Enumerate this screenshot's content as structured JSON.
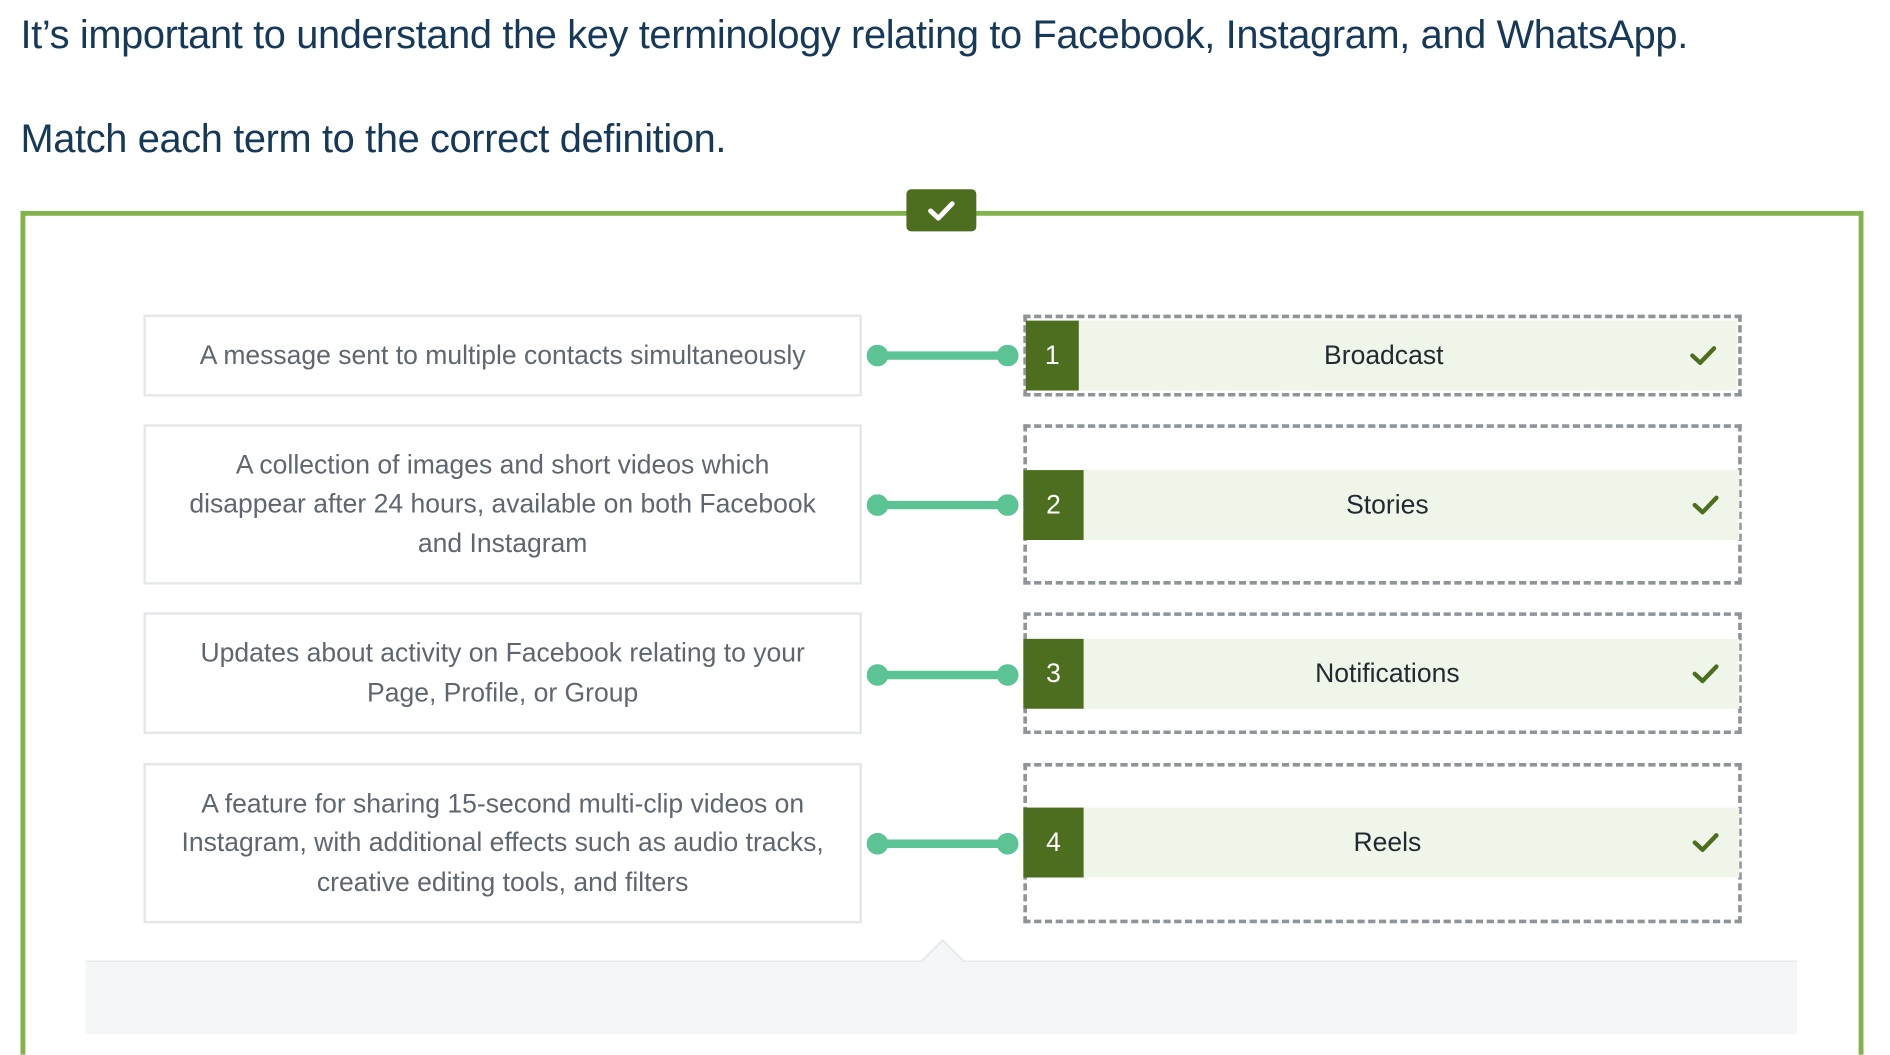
{
  "intro": {
    "line1": "It’s important to understand the key terminology relating to Facebook, Instagram, and WhatsApp.",
    "line2": "Match each term to the correct definition."
  },
  "activity": {
    "status_icon": "check-icon",
    "pairs": [
      {
        "definition": "A message sent to multiple contacts simultaneously",
        "number": "1",
        "term": "Broadcast",
        "state_icon": "check-icon"
      },
      {
        "definition": "A collection of images and short videos which disappear after 24 hours, available on both Facebook and Instagram",
        "number": "2",
        "term": "Stories",
        "state_icon": "check-icon"
      },
      {
        "definition": "Updates about activity on Facebook relating to your Page, Profile, or Group",
        "number": "3",
        "term": "Notifications",
        "state_icon": "check-icon"
      },
      {
        "definition": "A feature for sharing 15-second multi-clip videos on Instagram, with additional effects such as audio tracks, creative editing tools, and filters",
        "number": "4",
        "term": "Reels",
        "state_icon": "check-icon"
      }
    ]
  },
  "colors": {
    "heading_text": "#16395a",
    "panel_border": "#82b24b",
    "term_number_bg": "#4e6e1f",
    "term_bg": "#eff5e9",
    "connector": "#5cc394",
    "check": "#4e6e1f"
  }
}
